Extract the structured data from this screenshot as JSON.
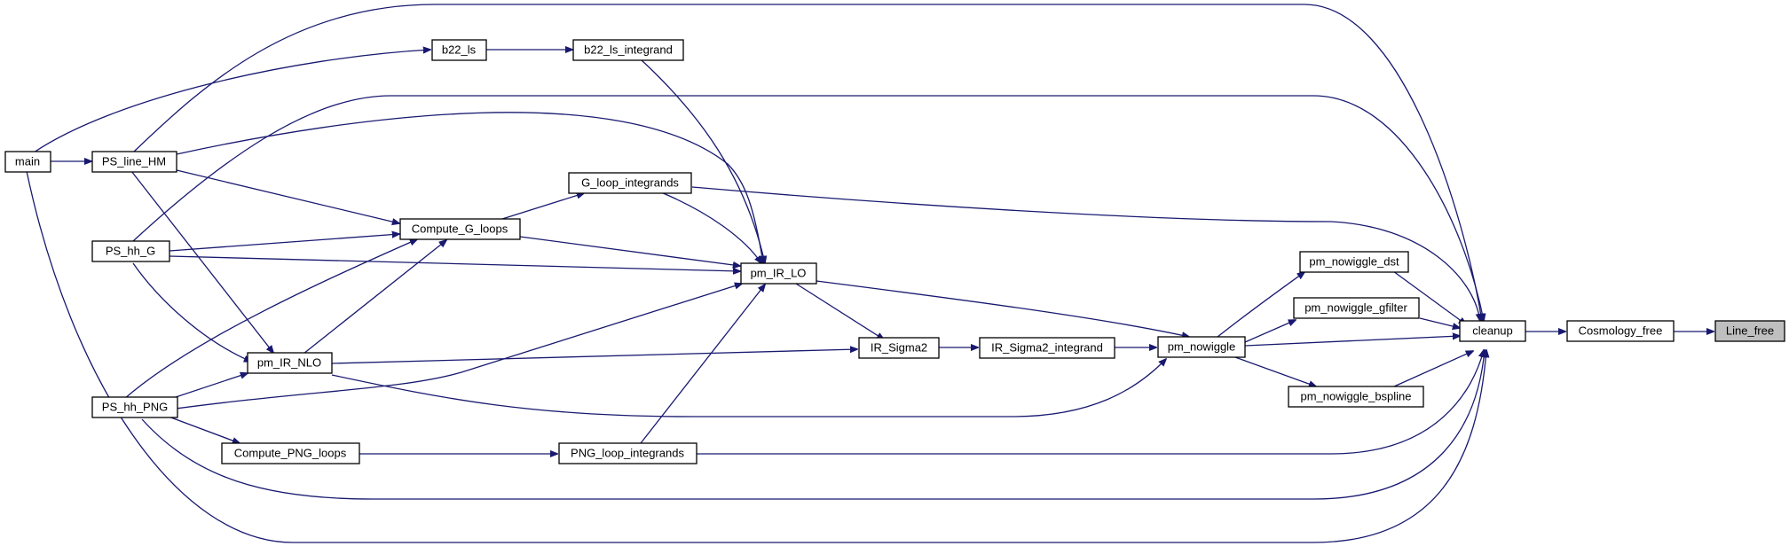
{
  "graph": {
    "nodes": {
      "main": "main",
      "ps_line_hm": "PS_line_HM",
      "ps_hh_g": "PS_hh_G",
      "ps_hh_png": "PS_hh_PNG",
      "pm_ir_nlo": "pm_IR_NLO",
      "compute_g_loops": "Compute_G_loops",
      "compute_png_loops": "Compute_PNG_loops",
      "b22_ls": "b22_ls",
      "b22_ls_integrand": "b22_ls_integrand",
      "g_loop_integrands": "G_loop_integrands",
      "png_loop_integrands": "PNG_loop_integrands",
      "pm_ir_lo": "pm_IR_LO",
      "ir_sigma2": "IR_Sigma2",
      "ir_sigma2_integrand": "IR_Sigma2_integrand",
      "pm_nowiggle": "pm_nowiggle",
      "pm_nowiggle_dst": "pm_nowiggle_dst",
      "pm_nowiggle_gfilter": "pm_nowiggle_gfilter",
      "pm_nowiggle_bspline": "pm_nowiggle_bspline",
      "cleanup": "cleanup",
      "cosmology_free": "Cosmology_free",
      "line_free": "Line_free"
    },
    "colors": {
      "edge": "#191970",
      "current_node_fill": "#bfbfbf",
      "node_fill": "#ffffff",
      "node_border": "#000000"
    }
  }
}
